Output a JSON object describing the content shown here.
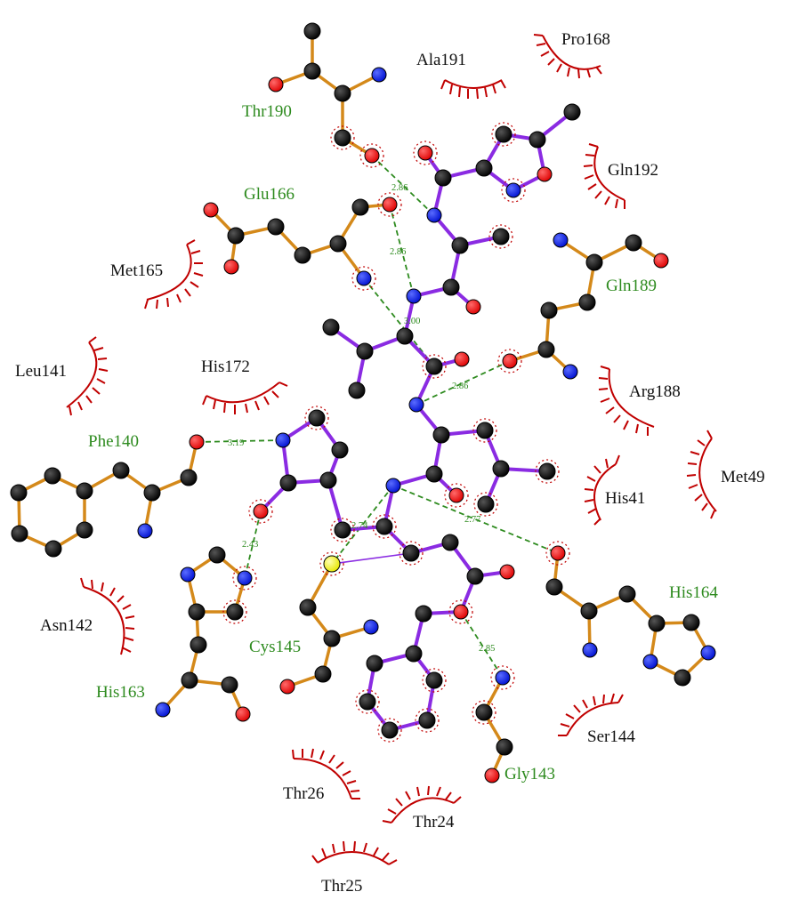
{
  "diagram": {
    "colors": {
      "ligand_bond": "#8a2be2",
      "residue_bond": "#d4891a",
      "hbond": "#2e8b1f",
      "hydrophobic": "#c00000",
      "carbon": "#000000",
      "oxygen": "#ee0000",
      "nitrogen": "#0a1ee6",
      "sulfur": "#ffff00"
    },
    "hbond_residues": [
      {
        "id": "thr190",
        "label": "Thr190"
      },
      {
        "id": "glu166",
        "label": "Glu166"
      },
      {
        "id": "gln189",
        "label": "Gln189"
      },
      {
        "id": "phe140",
        "label": "Phe140"
      },
      {
        "id": "his164",
        "label": "His164"
      },
      {
        "id": "cys145",
        "label": "Cys145"
      },
      {
        "id": "his163",
        "label": "His163"
      },
      {
        "id": "gly143",
        "label": "Gly143"
      }
    ],
    "hydrophobic_residues": [
      {
        "id": "ala191",
        "label": "Ala191"
      },
      {
        "id": "pro168",
        "label": "Pro168"
      },
      {
        "id": "gln192",
        "label": "Gln192"
      },
      {
        "id": "met165",
        "label": "Met165"
      },
      {
        "id": "leu141",
        "label": "Leu141"
      },
      {
        "id": "his172",
        "label": "His172"
      },
      {
        "id": "arg188",
        "label": "Arg188"
      },
      {
        "id": "met49",
        "label": "Met49"
      },
      {
        "id": "his41",
        "label": "His41"
      },
      {
        "id": "asn142",
        "label": "Asn142"
      },
      {
        "id": "ser144",
        "label": "Ser144"
      },
      {
        "id": "thr26",
        "label": "Thr26"
      },
      {
        "id": "thr24",
        "label": "Thr24"
      },
      {
        "id": "thr25",
        "label": "Thr25"
      }
    ],
    "hbond_distances": [
      {
        "id": "thr190-o",
        "value": "2.86"
      },
      {
        "id": "glu166-o",
        "value": "2.86"
      },
      {
        "id": "glu166-n",
        "value": "3.00"
      },
      {
        "id": "gln189-o",
        "value": "2.86"
      },
      {
        "id": "phe140-o",
        "value": "3.19"
      },
      {
        "id": "his163-n",
        "value": "2.43"
      },
      {
        "id": "cys145-s",
        "value": "2.74"
      },
      {
        "id": "his164-o",
        "value": "2.77"
      },
      {
        "id": "gly143-n",
        "value": "2.85"
      }
    ]
  }
}
